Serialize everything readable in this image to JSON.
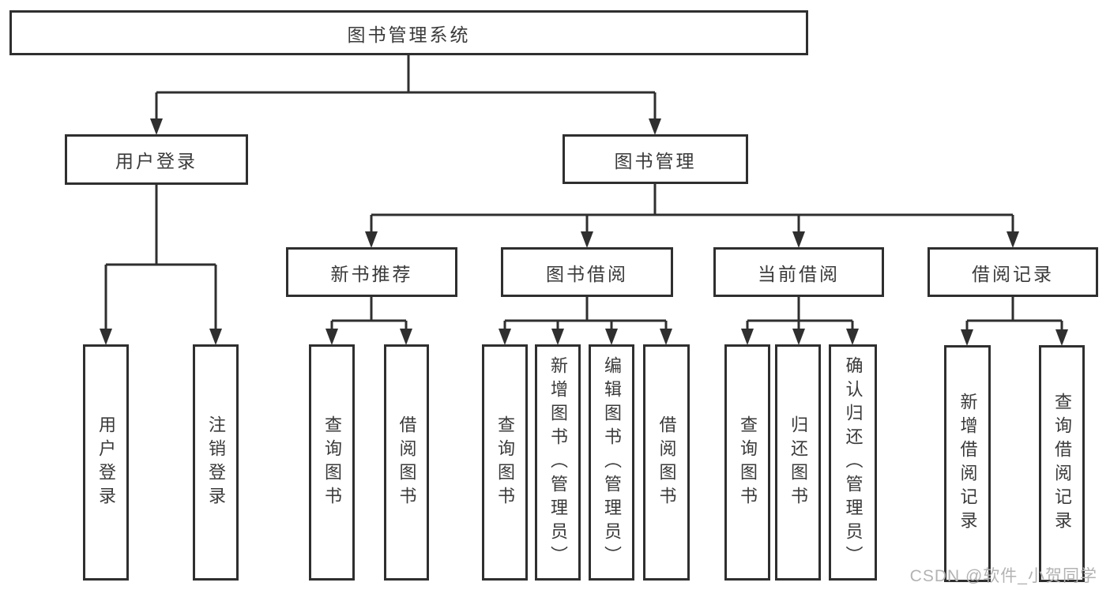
{
  "diagram": {
    "root": {
      "label": "图书管理系统"
    },
    "login_branch": {
      "label": "用户登录",
      "children": [
        {
          "label": "用户登录"
        },
        {
          "label": "注销登录"
        }
      ]
    },
    "mgmt_branch": {
      "label": "图书管理",
      "sections": [
        {
          "label": "新书推荐",
          "children": [
            {
              "label": "查询图书"
            },
            {
              "label": "借阅图书"
            }
          ]
        },
        {
          "label": "图书借阅",
          "children": [
            {
              "label": "查询图书"
            },
            {
              "label": "新增图书（管理员）"
            },
            {
              "label": "编辑图书（管理员）"
            },
            {
              "label": "借阅图书"
            }
          ]
        },
        {
          "label": "当前借阅",
          "children": [
            {
              "label": "查询图书"
            },
            {
              "label": "归还图书"
            },
            {
              "label": "确认归还（管理员）"
            }
          ]
        },
        {
          "label": "借阅记录",
          "children": [
            {
              "label": "新增借阅记录"
            },
            {
              "label": "查询借阅记录"
            }
          ]
        }
      ]
    }
  },
  "watermark": {
    "text": "CSDN @软件_小贺同学",
    "color": "#b3b3b3"
  },
  "colors": {
    "line": "#2f2f2f",
    "border": "#2f2f2f",
    "text": "#3a3a3a",
    "background": "#ffffff"
  }
}
